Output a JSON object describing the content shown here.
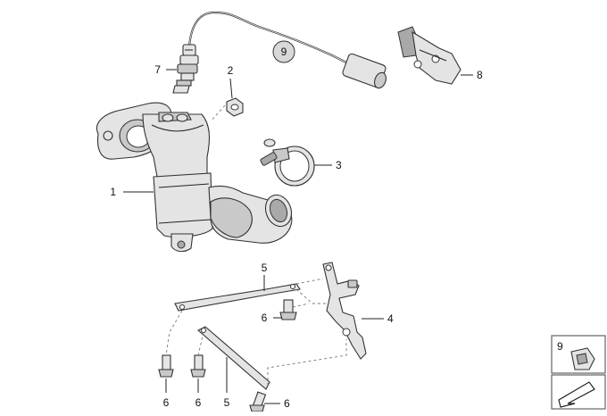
{
  "diagram": {
    "callouts": {
      "c1": "1",
      "c2": "2",
      "c3": "3",
      "c4": "4",
      "c5a": "5",
      "c5b": "5",
      "c6a": "6",
      "c6b": "6",
      "c6c": "6",
      "c6d": "6",
      "c7": "7",
      "c8": "8",
      "c9": "9"
    },
    "inset": {
      "label": "9"
    }
  }
}
